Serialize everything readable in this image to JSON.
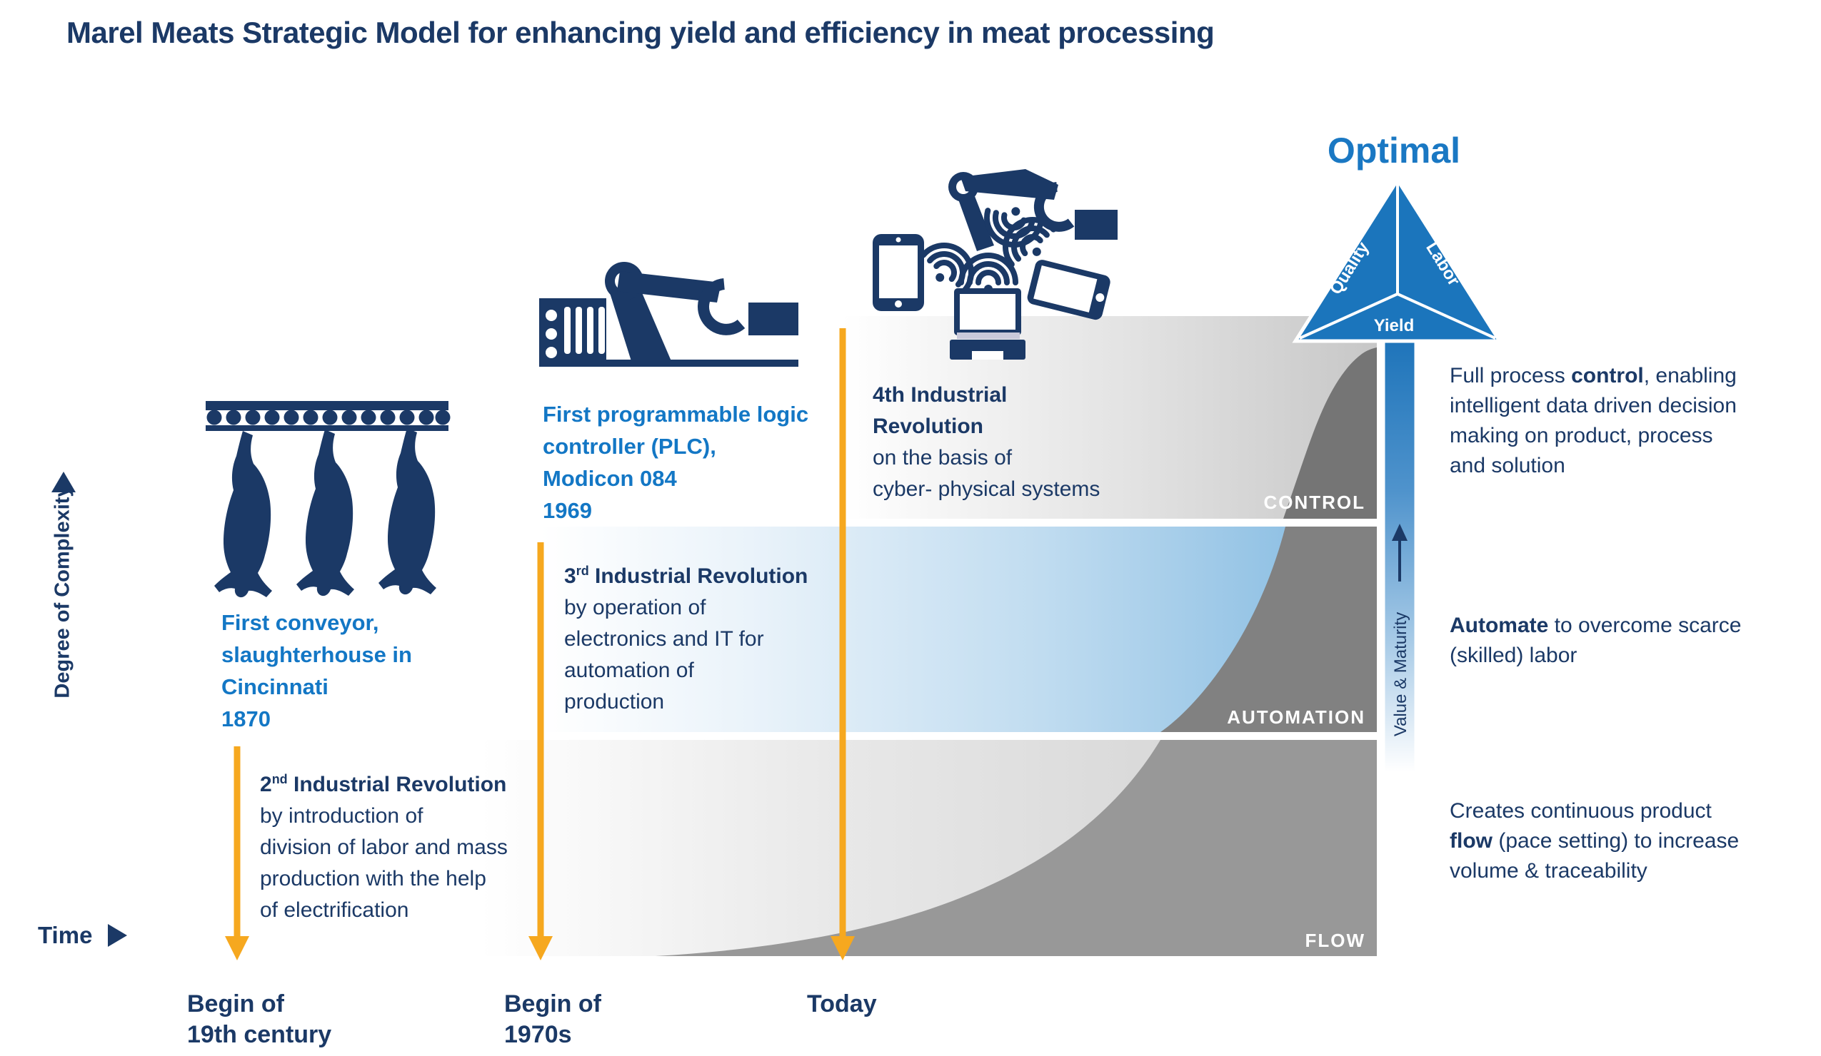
{
  "title": "Marel Meats Strategic Model for enhancing yield and efficiency in meat processing",
  "colors": {
    "navy": "#1b3966",
    "blue_text": "#1377c5",
    "accent_yellow": "#f6a81f",
    "triangle_blue": "#1b75bc",
    "optimal_blue": "#1a78c3",
    "control_dark_gray": "#757575",
    "automation_dark_gray": "#818181",
    "flow_dark_gray": "#989898",
    "highlight_blue": "#86bce1"
  },
  "y_axis": {
    "label": "Degree of Complexity"
  },
  "x_axis": {
    "label": "Time"
  },
  "timeline": [
    {
      "lines": [
        [
          "Begin of"
        ],
        [
          "19th century"
        ]
      ]
    },
    {
      "lines": [
        [
          "Begin of"
        ],
        [
          "1970s"
        ]
      ]
    },
    {
      "lines": [
        [
          "Today"
        ]
      ]
    }
  ],
  "milestones": {
    "conveyor": {
      "lines": [
        [
          "First conveyor,"
        ],
        [
          "slaughterhouse in"
        ],
        [
          "Cincinnati"
        ],
        [
          "1870"
        ]
      ]
    },
    "second_ir": {
      "lines": [
        [
          {
            "t": "2",
            "b": 1
          },
          {
            "t": "nd",
            "b": 1,
            "s": 1
          },
          {
            "t": " Industrial Revolution",
            "b": 1
          }
        ],
        [
          "by introduction of"
        ],
        [
          "division of labor and mass"
        ],
        [
          "production with the help"
        ],
        [
          "of electrification"
        ]
      ]
    },
    "plc": {
      "lines": [
        [
          "First programmable logic"
        ],
        [
          "controller (PLC),"
        ],
        [
          "Modicon 084"
        ],
        [
          "1969"
        ]
      ]
    },
    "third_ir": {
      "lines": [
        [
          {
            "t": "3",
            "b": 1
          },
          {
            "t": "rd",
            "b": 1,
            "s": 1
          },
          {
            "t": " Industrial Revolution",
            "b": 1
          }
        ],
        [
          "by operation of"
        ],
        [
          "electronics and IT for"
        ],
        [
          "automation of"
        ],
        [
          "production"
        ]
      ]
    },
    "fourth_ir": {
      "lines": [
        [
          {
            "t": "4th Industrial",
            "b": 1
          }
        ],
        [
          {
            "t": "Revolution",
            "b": 1
          }
        ],
        [
          "on the basis of"
        ],
        [
          "cyber- physical systems"
        ]
      ]
    }
  },
  "bands": {
    "control": "CONTROL",
    "automation": "AUTOMATION",
    "flow": "FLOW"
  },
  "value_axis": {
    "label": "Value & Maturity"
  },
  "optimal": {
    "title": "Optimal",
    "faces": {
      "left": "Quality",
      "right": "Labor",
      "bottom": "Yield"
    }
  },
  "notes": {
    "control": {
      "lines": [
        [
          "Full process ",
          {
            "t": "control",
            "b": 1
          },
          ", enabling"
        ],
        [
          "intelligent data driven decision"
        ],
        [
          "making on product, process"
        ],
        [
          "and solution"
        ]
      ]
    },
    "automate": {
      "lines": [
        [
          {
            "t": "Automate",
            "b": 1
          },
          " to overcome scarce"
        ],
        [
          "(skilled) labor"
        ]
      ]
    },
    "flow": {
      "lines": [
        [
          "Creates continuous product"
        ],
        [
          {
            "t": "flow",
            "b": 1
          },
          " (pace setting) to increase"
        ],
        [
          "volume & traceability"
        ]
      ]
    }
  },
  "icons": {
    "conveyor": "conveyor-carcass-icon",
    "plc": "robot-arm-icon",
    "iot": "connected-devices-icon",
    "y_axis_arrow": "up-triangle-icon",
    "x_axis_arrow": "right-triangle-icon",
    "value_axis_arrow": "up-arrow-icon"
  }
}
